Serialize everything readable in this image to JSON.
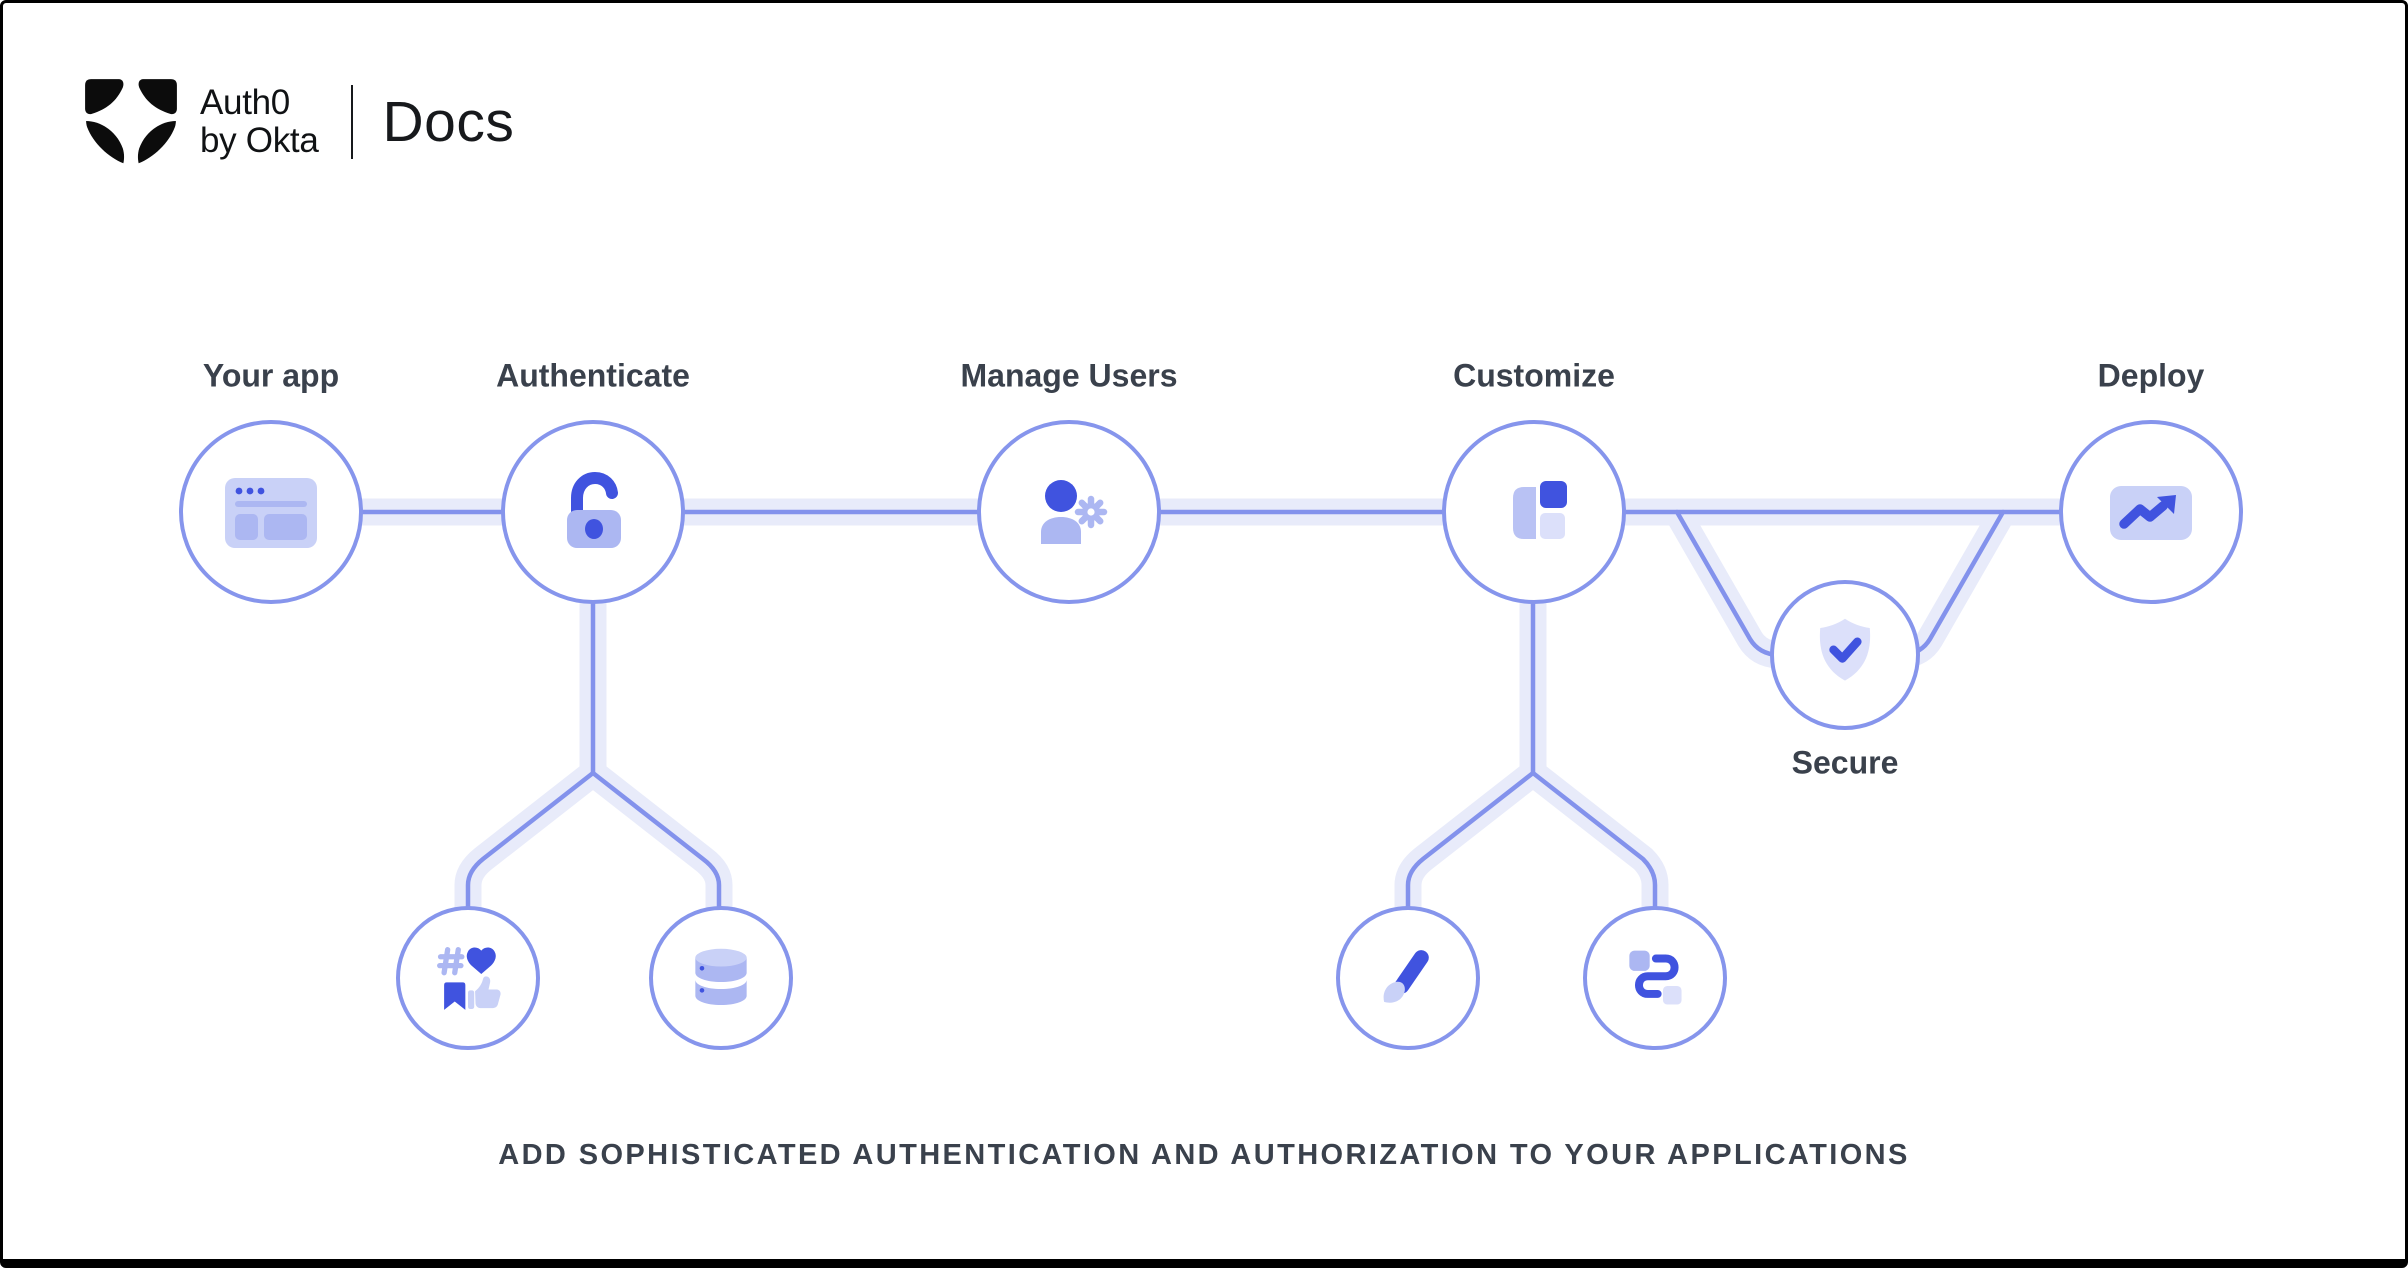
{
  "header": {
    "brand_line1": "Auth0",
    "brand_line2": "by Okta",
    "product": "Docs"
  },
  "diagram": {
    "nodes": [
      {
        "id": "your-app",
        "label": "Your app",
        "icon": "browser-window-icon"
      },
      {
        "id": "authenticate",
        "label": "Authenticate",
        "icon": "open-lock-icon"
      },
      {
        "id": "manage-users",
        "label": "Manage Users",
        "icon": "user-gear-icon"
      },
      {
        "id": "customize",
        "label": "Customize",
        "icon": "layout-blocks-icon"
      },
      {
        "id": "deploy",
        "label": "Deploy",
        "icon": "chart-trending-up-icon"
      },
      {
        "id": "secure",
        "label": "Secure",
        "icon": "shield-check-icon"
      }
    ],
    "sub_nodes": [
      {
        "id": "social-connections",
        "parent": "authenticate",
        "icon": "social-reactions-icon"
      },
      {
        "id": "database",
        "parent": "authenticate",
        "icon": "database-icon"
      },
      {
        "id": "branding",
        "parent": "customize",
        "icon": "paintbrush-icon"
      },
      {
        "id": "flows",
        "parent": "customize",
        "icon": "route-icon"
      }
    ]
  },
  "tagline": "ADD SOPHISTICATED AUTHENTICATION AND AUTHORIZATION TO YOUR APPLICATIONS",
  "colors": {
    "accent": "#4053df",
    "mid": "#acb7f2",
    "midlight": "#b9c2f4",
    "light": "#c9d1f7",
    "lighter": "#dce0fa",
    "line": "#8392ec",
    "band": "#e8ebfa",
    "circle-border": "#8695ec",
    "label": "#3a414c"
  }
}
